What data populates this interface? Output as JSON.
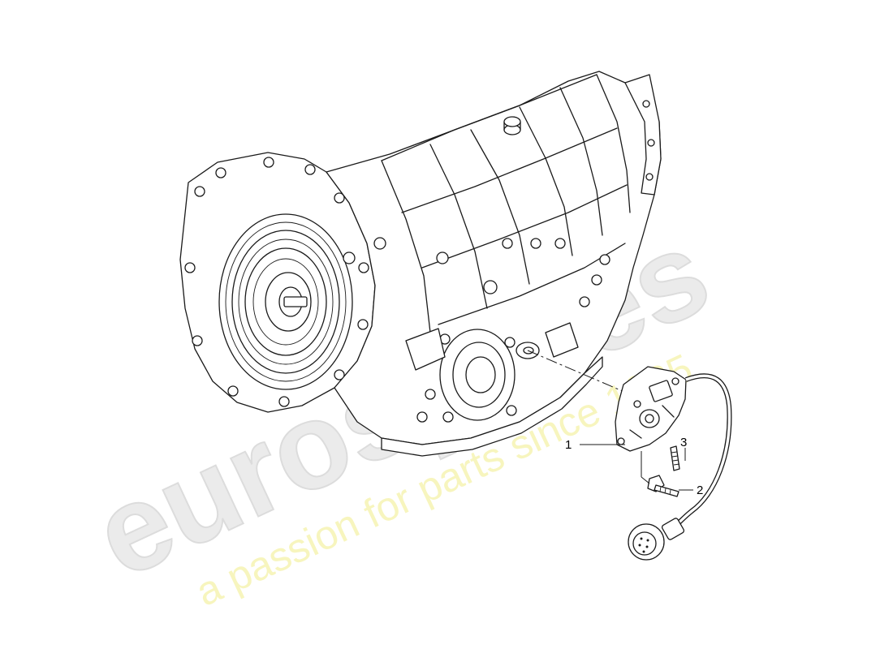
{
  "watermark": {
    "logo_text": "eurospares",
    "slogan_text": "a passion for parts since 1985"
  },
  "callouts": [
    {
      "id": "1",
      "label": "1"
    },
    {
      "id": "2",
      "label": "2"
    },
    {
      "id": "3",
      "label": "3"
    }
  ],
  "colors": {
    "line": "#1a1a1a",
    "watermark_logo": "#ebebeb",
    "watermark_slogan": "#f4f1a8"
  }
}
